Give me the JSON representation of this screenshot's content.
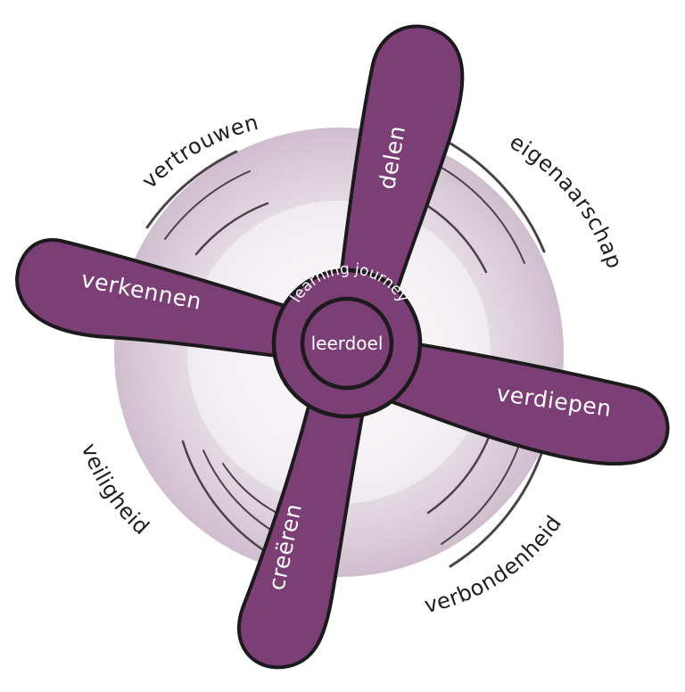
{
  "diagram": {
    "colors": {
      "blade": "#7b3f76",
      "outline": "#1c1a1c",
      "halo": "#d9cbd8",
      "streak": "#4a4248",
      "label_on_blade": "#ffffff",
      "label_outer": "#231a22"
    },
    "hub": {
      "arc_label": "learning journey",
      "center_label": "leerdoel"
    },
    "blades": [
      {
        "id": "delen",
        "label": "delen"
      },
      {
        "id": "verkennen",
        "label": "verkennen"
      },
      {
        "id": "verdiepen",
        "label": "verdiepen"
      },
      {
        "id": "creeren",
        "label": "creëren"
      }
    ],
    "outer_labels": [
      {
        "id": "vertrouwen",
        "label": "vertrouwen"
      },
      {
        "id": "eigenaarschap",
        "label": "eigenaarschap"
      },
      {
        "id": "verbondenheid",
        "label": "verbondenheid"
      },
      {
        "id": "veiligheid",
        "label": "veiligheid"
      }
    ]
  }
}
